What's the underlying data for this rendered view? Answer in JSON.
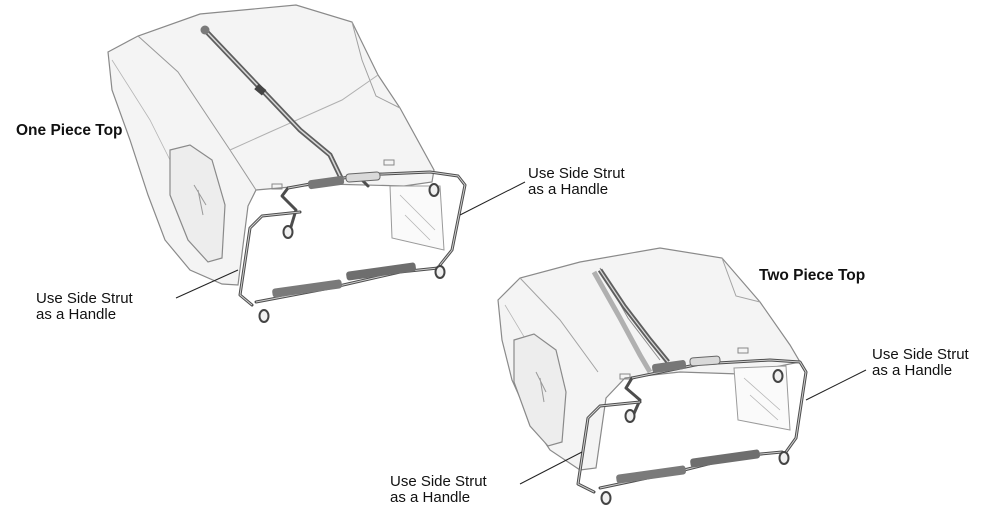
{
  "figure": {
    "one_piece": {
      "title": "One Piece Top",
      "handle_label_right": [
        "Use Side Strut",
        "as a Handle"
      ],
      "handle_label_left": [
        "Use Side Strut",
        "as a Handle"
      ]
    },
    "two_piece": {
      "title": "Two Piece Top",
      "handle_label_right": [
        "Use Side Strut",
        "as a Handle"
      ],
      "handle_label_left": [
        "Use Side Strut",
        "as a Handle"
      ]
    }
  },
  "colors": {
    "outline": "#8a8a8a",
    "fill": "#f4f4f4",
    "frame": "#555555",
    "strap": "#6a6a6a"
  }
}
